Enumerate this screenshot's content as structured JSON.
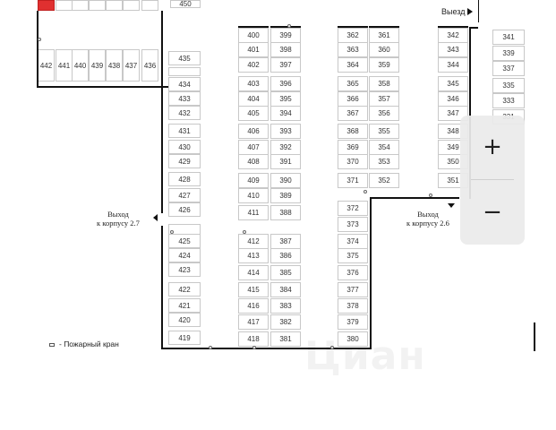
{
  "labels": {
    "exit_top": "Выезд",
    "exit_left": "Выход\nк корпусу 2.7",
    "exit_right": "Выход\nк корпусу 2.6",
    "legend": "- Пожарный кран",
    "watermark": "Циан"
  },
  "zoom": {
    "in": "+",
    "out": "−"
  },
  "spaces": {
    "top_left": [
      "",
      "",
      "",
      "",
      "",
      "",
      ""
    ],
    "top_450": "450",
    "row_442": [
      "442",
      "441",
      "440",
      "439",
      "438",
      "437",
      "436"
    ],
    "col_435": [
      "435",
      "",
      "434",
      "433",
      "432",
      "431",
      "430",
      "429",
      "428",
      "427",
      "426",
      "",
      "425",
      "424",
      "423",
      "422",
      "421",
      "420",
      "419"
    ],
    "col_400": [
      "400",
      "401",
      "402",
      "403",
      "404",
      "405",
      "406",
      "407",
      "408",
      "409",
      "410",
      "411"
    ],
    "col_399": [
      "399",
      "398",
      "397",
      "396",
      "395",
      "394",
      "393",
      "392",
      "391",
      "390",
      "389",
      "388"
    ],
    "col_412": [
      "412",
      "413",
      "414",
      "415",
      "416",
      "417",
      "418"
    ],
    "col_387": [
      "387",
      "386",
      "385",
      "384",
      "383",
      "382",
      "381"
    ],
    "col_362": [
      "362",
      "363",
      "364",
      "365",
      "366",
      "367",
      "368",
      "369",
      "370",
      "371",
      "372",
      "373",
      "374",
      "375",
      "376",
      "377",
      "378",
      "379",
      "380"
    ],
    "col_361": [
      "361",
      "360",
      "359",
      "358",
      "357",
      "356",
      "355",
      "354",
      "353",
      "352"
    ],
    "col_342": [
      "342",
      "343",
      "344",
      "345",
      "346",
      "347",
      "348",
      "349",
      "350",
      "351"
    ],
    "col_341": [
      "341",
      "339",
      "337",
      "335",
      "333",
      "331"
    ]
  }
}
